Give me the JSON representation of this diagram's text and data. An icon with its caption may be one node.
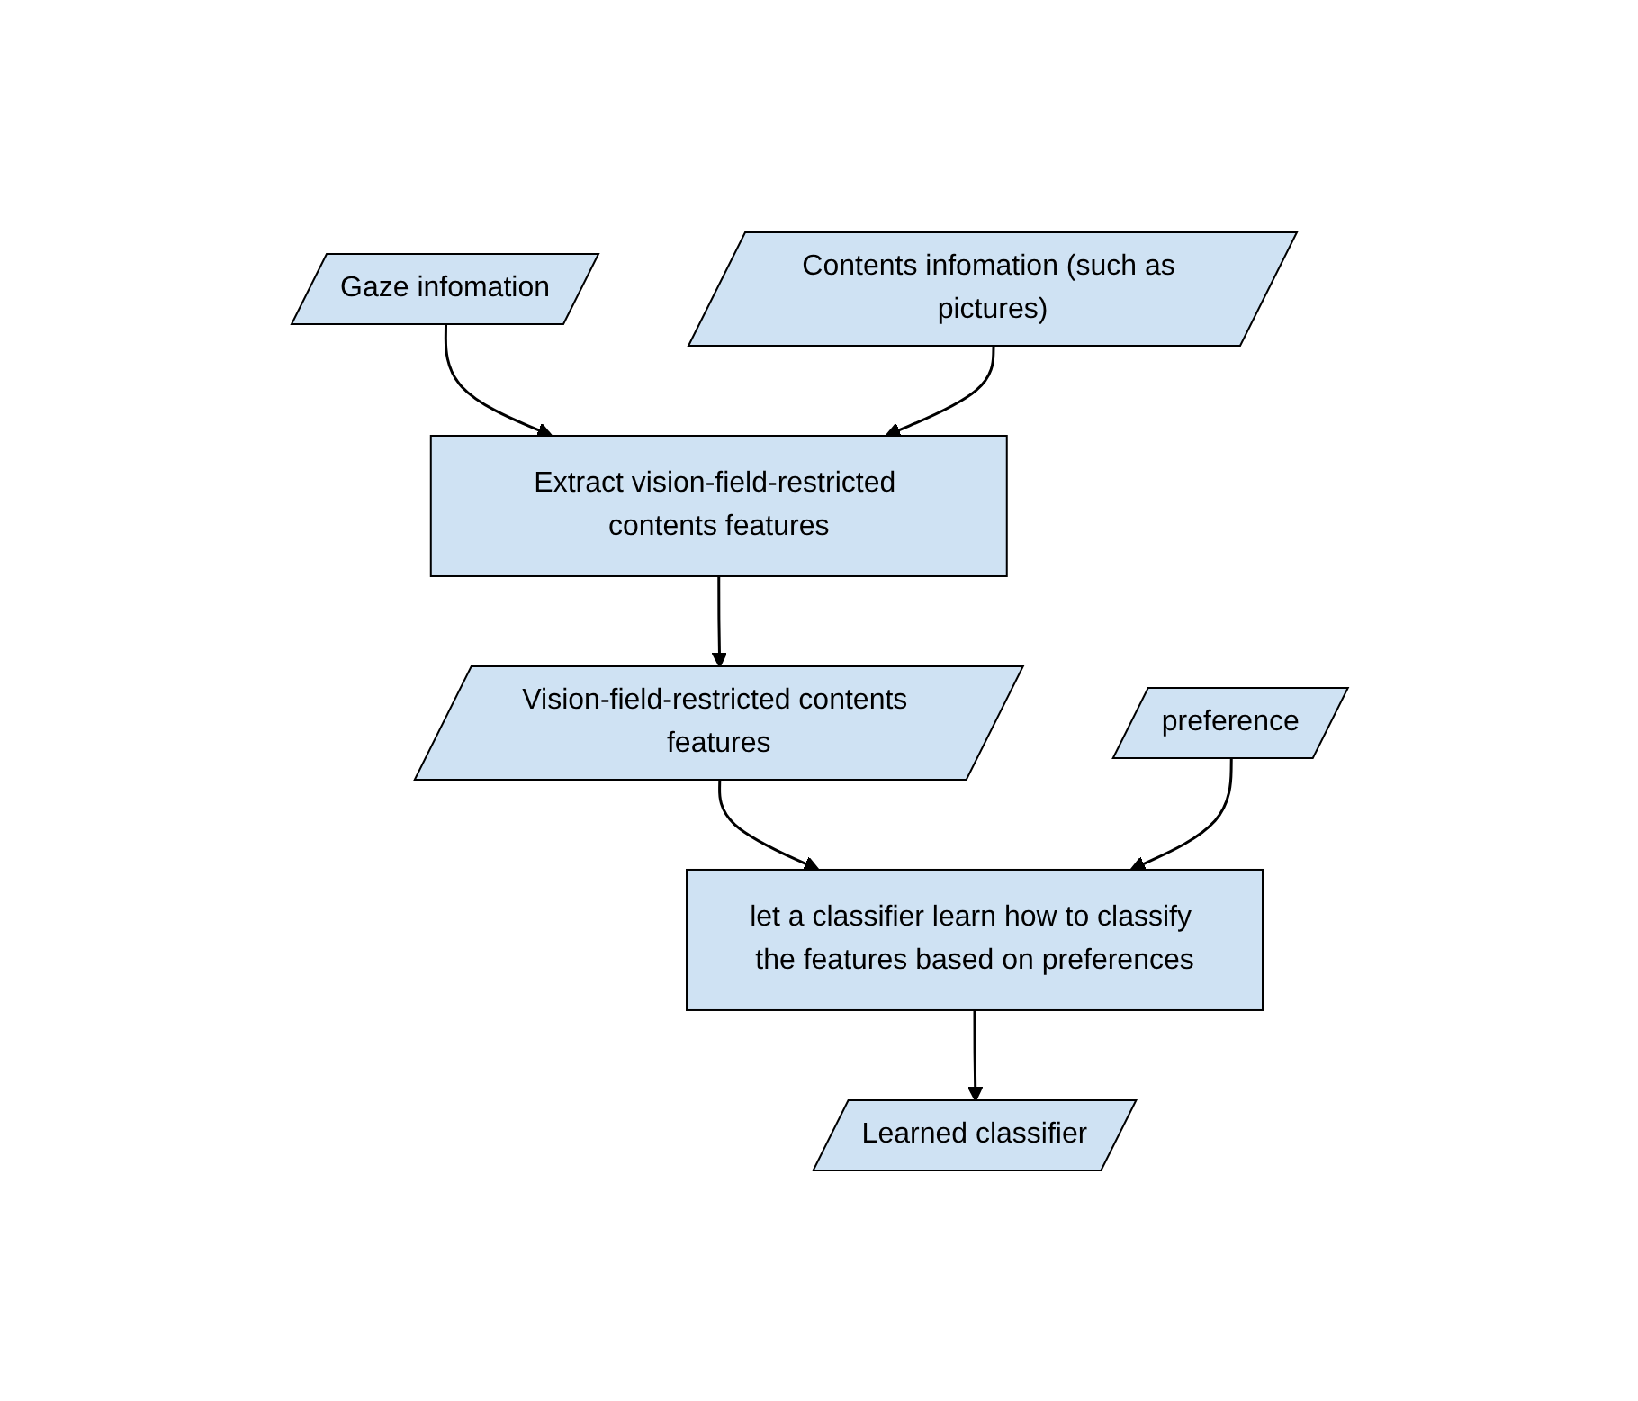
{
  "diagram": {
    "nodes": [
      {
        "text": [
          "Gaze infomation"
        ]
      },
      {
        "text": [
          "Contents infomation (such as pictures)"
        ]
      },
      {
        "text": [
          "Extract vision-field-restricted contents features"
        ]
      },
      {
        "text": [
          "Vision-field-restricted contents features"
        ]
      },
      {
        "text": [
          "preference"
        ]
      },
      {
        "text": [
          "let a classifier learn how to classify the features based on preferences"
        ]
      },
      {
        "text": [
          "Learned classifier"
        ]
      }
    ],
    "edges": [
      {
        "from": 0,
        "to": 2,
        "arrow": "to"
      },
      {
        "from": 1,
        "to": 2,
        "arrow": "to"
      },
      {
        "from": 2,
        "to": 3,
        "arrow": "to"
      },
      {
        "from": 3,
        "to": 5,
        "arrow": "to"
      },
      {
        "from": 4,
        "to": 5,
        "arrow": "to"
      },
      {
        "from": 5,
        "to": 6,
        "arrow": "to"
      }
    ]
  }
}
